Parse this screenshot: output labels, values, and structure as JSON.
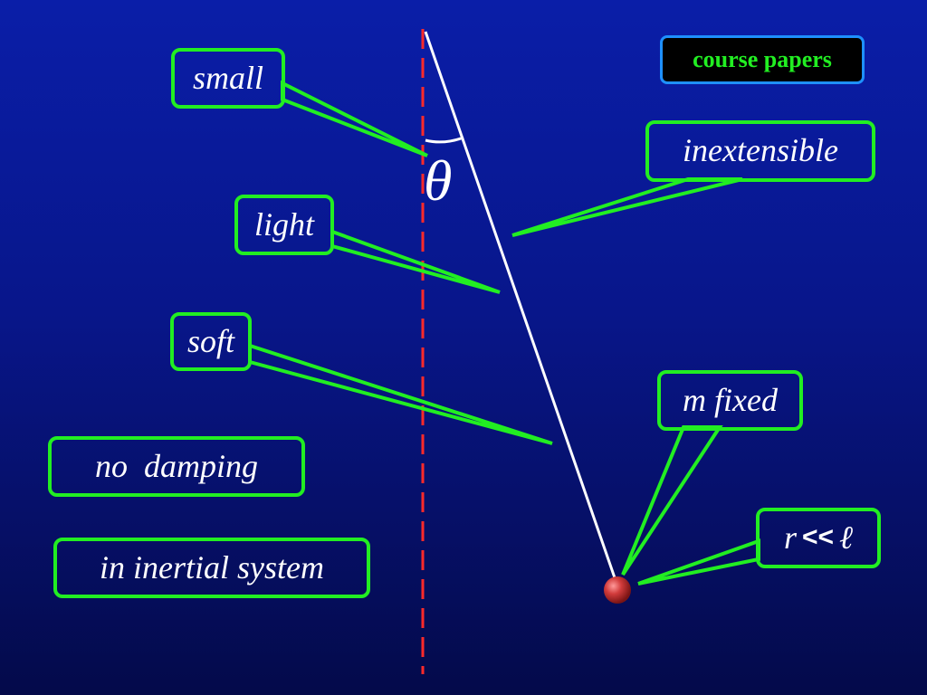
{
  "badge": {
    "label": "course papers"
  },
  "diagram": {
    "angle_symbol": "θ",
    "labels": {
      "small": "small",
      "inextensible": "inextensible",
      "light": "light",
      "soft": "soft",
      "m_fixed": "m fixed",
      "no_damping": "no  damping",
      "inertial": "in inertial system",
      "radius_r": "r",
      "radius_op": "<<",
      "radius_l": "ℓ"
    }
  },
  "colors": {
    "background": "#0a1ea8",
    "callout_border": "#22ee22",
    "vertical_line": "#ff2a2a",
    "string": "#ffffff",
    "bob": "#cc3333",
    "badge_border": "#1e90ff",
    "badge_text": "#22ee22"
  }
}
